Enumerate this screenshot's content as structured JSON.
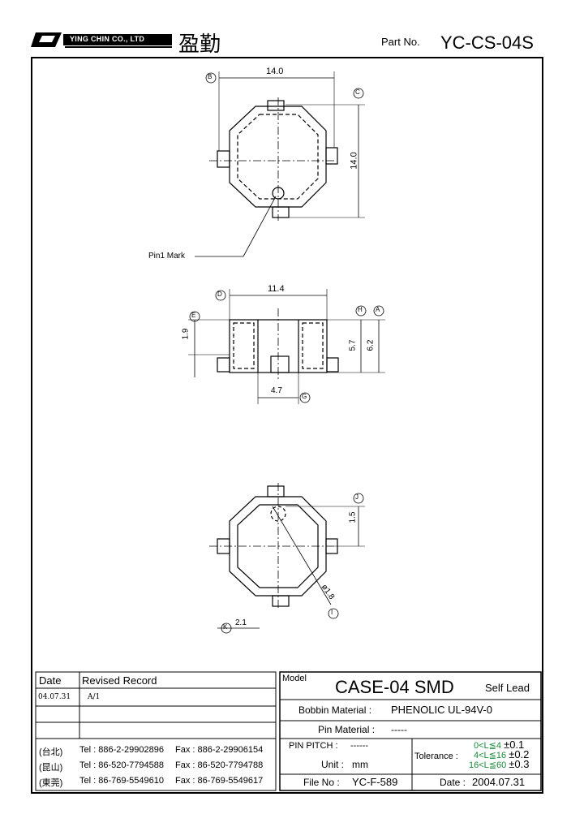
{
  "header": {
    "company_en": "YING CHIN CO., LTD",
    "company_cjk": "盈勤",
    "part_no_label": "Part No.",
    "part_no": "YC-CS-04S"
  },
  "drawing": {
    "top_view": {
      "width_dim": "14.0",
      "height_dim": "14.0",
      "ref_b": "B",
      "ref_c": "C",
      "pin1_label": "Pin1 Mark"
    },
    "side_view": {
      "width_dim": "11.4",
      "dim_e": "1.9",
      "dim_h": "5.7",
      "dim_a": "6.2",
      "dim_g": "4.7",
      "ref_d": "D",
      "ref_e": "E",
      "ref_h": "H",
      "ref_a": "A",
      "ref_g": "G"
    },
    "bottom_view": {
      "dim_j": "1.5",
      "dim_i": "ø1.8",
      "dim_k": "2.1",
      "ref_j": "J",
      "ref_i": "I",
      "ref_k": "K"
    }
  },
  "revision": {
    "headers": [
      "Date",
      "Revised Record"
    ],
    "rows": [
      [
        "04.07.31",
        "A/1"
      ],
      [
        "",
        ""
      ],
      [
        "",
        ""
      ]
    ]
  },
  "contacts": [
    {
      "region": "(台北)",
      "tel": "Tel : 886-2-29902896",
      "fax": "Fax : 886-2-29906154"
    },
    {
      "region": "(昆山)",
      "tel": "Tel : 86-520-7794588",
      "fax": "Fax : 86-520-7794788"
    },
    {
      "region": "(東莞)",
      "tel": "Tel : 86-769-5549610",
      "fax": "Fax : 86-769-5549617"
    }
  ],
  "title_block": {
    "model_label": "Model",
    "model": "CASE-04 SMD",
    "lead": "Self Lead",
    "bobbin_label": "Bobbin  Material :",
    "bobbin": "PHENOLIC UL-94V-0",
    "pin_label": "Pin  Material :",
    "pin": "-----",
    "pitch_label": "PIN  PITCH :",
    "pitch": "------",
    "unit_label": "Unit :",
    "unit": "mm",
    "file_label": "File  No :",
    "file": "YC-F-589",
    "date_label": "Date :",
    "date": "2004.07.31",
    "tolerance_label": "Tolerance :",
    "tolerance": [
      {
        "range": "0<L≦4",
        "tol": "±0.1"
      },
      {
        "range": "4<L≦16",
        "tol": "±0.2"
      },
      {
        "range": "16<L≦60",
        "tol": "±0.3"
      }
    ]
  }
}
